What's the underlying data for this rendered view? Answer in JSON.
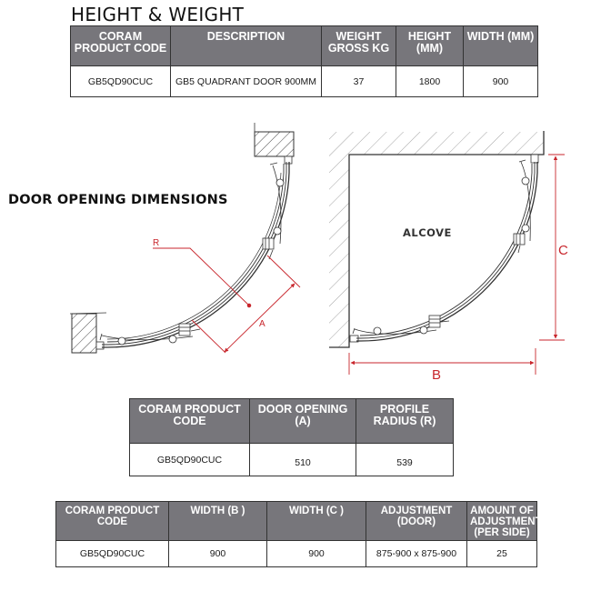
{
  "sections": {
    "height_weight_title": "HEIGHT & WEIGHT",
    "door_opening_title": "DOOR OPENING DIMENSIONS"
  },
  "height_weight_table": {
    "headers": [
      "CORAM PRODUCT CODE",
      "DESCRIPTION",
      "WEIGHT GROSS KG",
      "HEIGHT (MM)",
      "WIDTH (MM)"
    ],
    "rows": [
      [
        "GB5QD90CUC",
        "GB5 QUADRANT DOOR 900MM",
        "37",
        "1800",
        "900"
      ]
    ]
  },
  "door_opening_table": {
    "headers": [
      "CORAM PRODUCT CODE",
      "DOOR OPENING (A)",
      "PROFILE RADIUS (R)"
    ],
    "rows": [
      [
        "GB5QD90CUC",
        "510",
        "539"
      ]
    ]
  },
  "adjustment_table": {
    "headers": [
      "CORAM PRODUCT CODE",
      "WIDTH (B )",
      "WIDTH (C )",
      "ADJUSTMENT (DOOR)",
      "AMOUNT OF ADJUSTMENT (PER SIDE)"
    ],
    "rows": [
      [
        "GB5QD90CUC",
        "900",
        "900",
        "875-900 x 875-900",
        "25"
      ]
    ]
  },
  "diagrams": {
    "left": {
      "labels": {
        "radius": "R",
        "opening": "A"
      }
    },
    "right": {
      "labels": {
        "alcove": "ALCOVE",
        "width_b": "B",
        "width_c": "C"
      }
    }
  },
  "colors": {
    "header_bg": "#77767b",
    "header_text": "#ffffff",
    "dimension_red": "#c8262c",
    "line_dark": "#333333"
  }
}
